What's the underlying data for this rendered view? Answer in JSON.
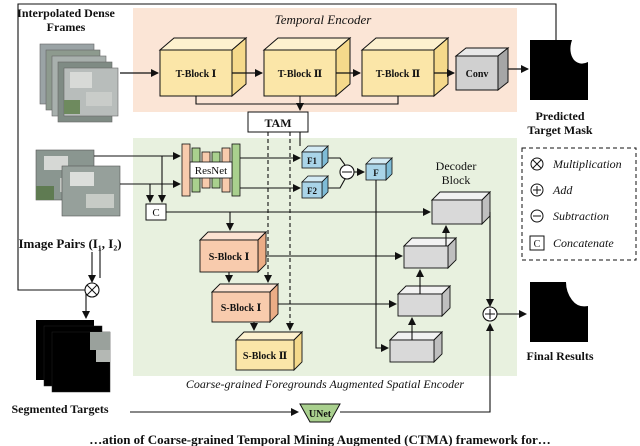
{
  "diagram": {
    "inputs": {
      "dense_frames_title_1": "Interpolated Dense",
      "dense_frames_title_2": "Frames",
      "image_pairs": "Image Pairs (I₁, I₂)",
      "segmented_targets": "Segmented Targets"
    },
    "temporal_encoder": {
      "title": "Temporal Encoder",
      "blocks": [
        "T-Block Ⅰ",
        "T-Block Ⅱ",
        "T-Block Ⅱ"
      ],
      "conv": "Conv",
      "tam": "TAM"
    },
    "spatial_encoder": {
      "title": "Coarse-grained Foregrounds Augmented Spatial Encoder",
      "resnet": "ResNet",
      "f1": "F1",
      "f2": "F2",
      "f": "F",
      "concat_box": "C",
      "s_blocks": [
        "S-Block Ⅰ",
        "S-Block Ⅰ",
        "S-Block Ⅱ"
      ],
      "decoder_1": "Decoder",
      "decoder_2": "Block"
    },
    "outputs": {
      "predicted_1": "Predicted",
      "predicted_2": "Target Mask",
      "final": "Final Results",
      "unet": "UNet"
    },
    "legend": {
      "multiplication": "Multiplication",
      "add": "Add",
      "subtraction": "Subtraction",
      "concatenate": "Concatenate",
      "concat_symbol": "C"
    },
    "caption_fragment": "…ation of Coarse-grained Temporal Mining Augmented (CTMA) framework for…"
  },
  "colors": {
    "temporal_bg": "#fbe5d6",
    "spatial_bg": "#e8f1df",
    "t_block": "#fbe6a8",
    "s_block": "#f8cbad",
    "f_block": "#a9d4e8",
    "gray_block": "#d9d9d9"
  }
}
